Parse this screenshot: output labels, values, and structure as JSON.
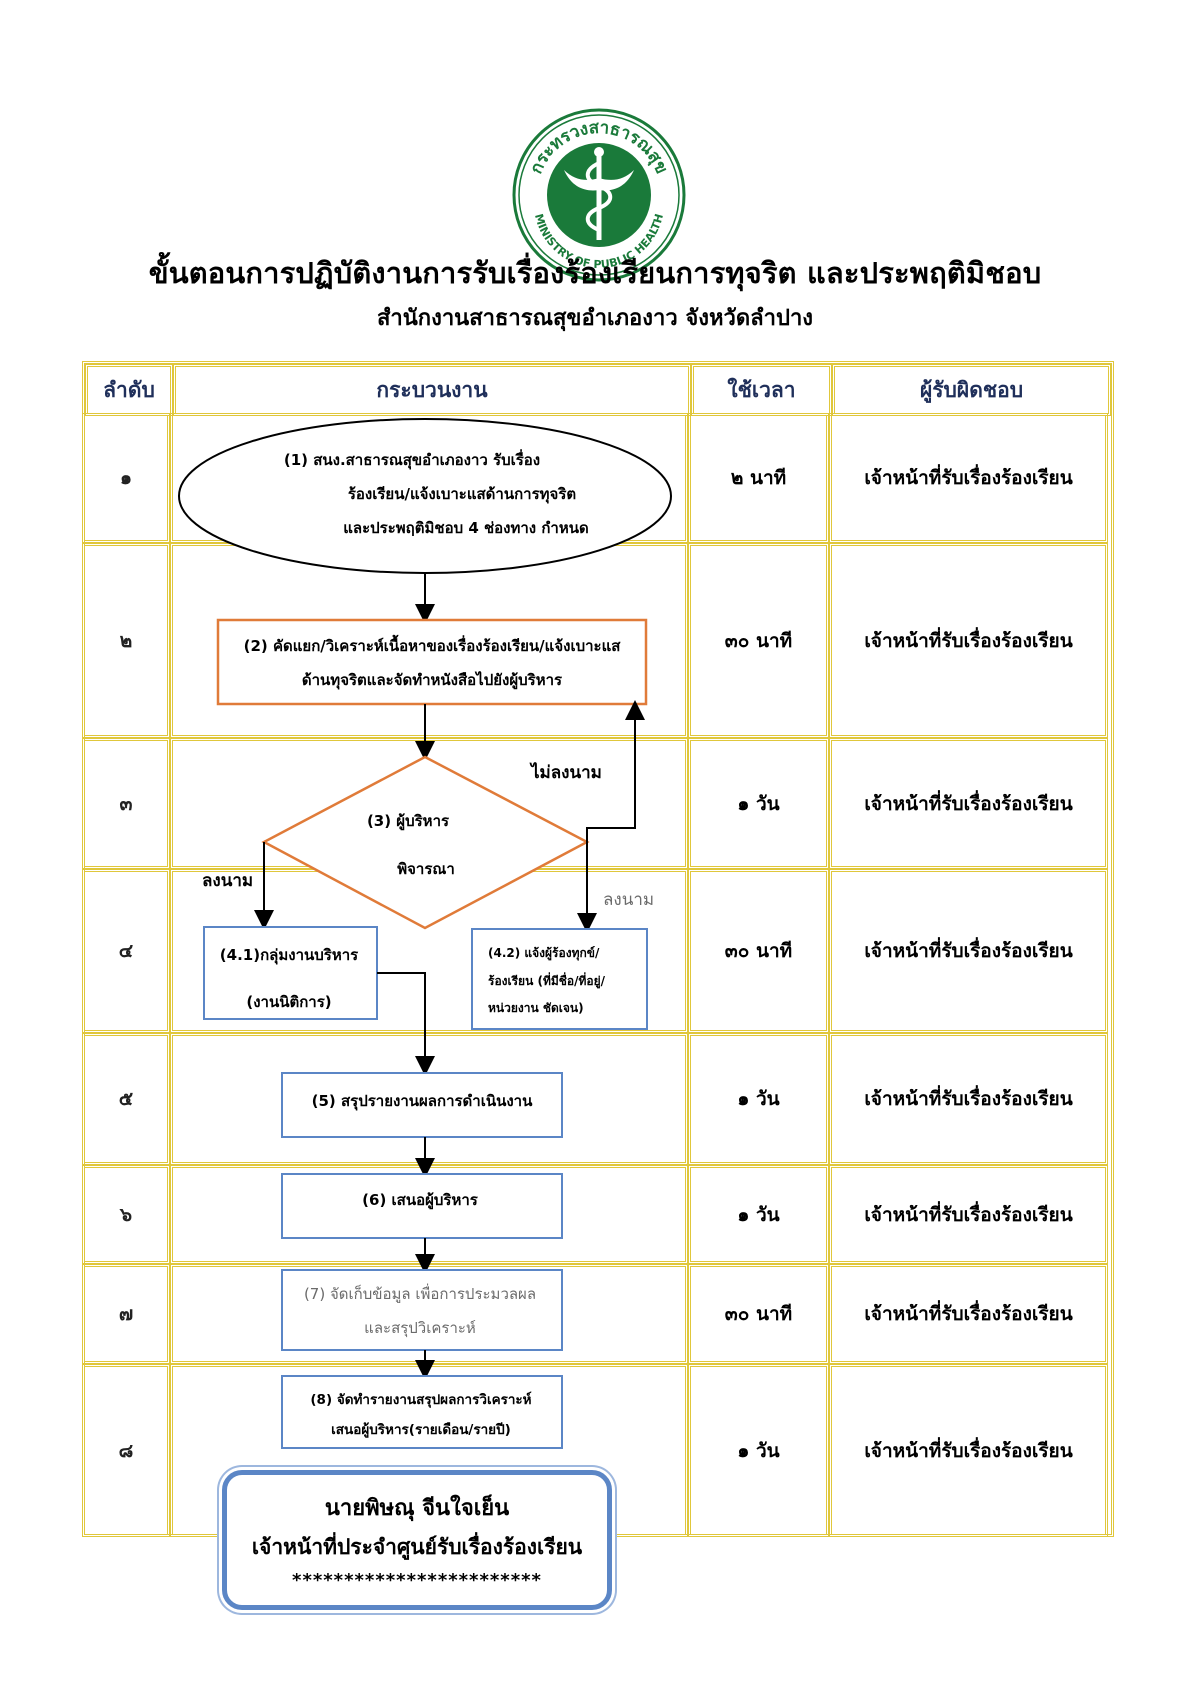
{
  "logo": {
    "top_text": "กระทรวงสาธารณสุข",
    "bottom_text": "MINISTRY OF PUBLIC HEALTH",
    "green": "#1a7a3a"
  },
  "header": {
    "title": "ขั้นตอนการปฏิบัติงานการรับเรื่องร้องเรียนการทุจริต และประพฤติมิชอบ",
    "subtitle": "สำนักงานสาธารณสุขอำเภองาว จังหวัดลำปาง"
  },
  "table": {
    "columns": [
      "ลำดับ",
      "กระบวนงาน",
      "ใช้เวลา",
      "ผู้รับผิดชอบ"
    ],
    "rows": [
      {
        "num": "๑",
        "time": "๒ นาที",
        "resp": "เจ้าหน้าที่รับเรื่องร้องเรียน"
      },
      {
        "num": "๒",
        "time": "๓๐ นาที",
        "resp": "เจ้าหน้าที่รับเรื่องร้องเรียน"
      },
      {
        "num": "๓",
        "time": "๑ วัน",
        "resp": "เจ้าหน้าที่รับเรื่องร้องเรียน"
      },
      {
        "num": "๔",
        "time": "๓๐ นาที",
        "resp": "เจ้าหน้าที่รับเรื่องร้องเรียน"
      },
      {
        "num": "๕",
        "time": "๑ วัน",
        "resp": "เจ้าหน้าที่รับเรื่องร้องเรียน"
      },
      {
        "num": "๖",
        "time": "๑ วัน",
        "resp": "เจ้าหน้าที่รับเรื่องร้องเรียน"
      },
      {
        "num": "๗",
        "time": "๓๐ นาที",
        "resp": "เจ้าหน้าที่รับเรื่องร้องเรียน"
      },
      {
        "num": "๘",
        "time": "๑ วัน",
        "resp": "เจ้าหน้าที่รับเรื่องร้องเรียน"
      }
    ]
  },
  "flow": {
    "step1": [
      "(1)   สนง.สาธารณสุขอำเภองาว รับเรื่อง",
      "ร้องเรียน/แจ้งเบาะแสด้านการทุจริต",
      "และประพฤติมิชอบ 4 ช่องทาง กำหนด"
    ],
    "step2": [
      "(2) คัดแยก/วิเคราะห์เนื้อหาของเรื่องร้องเรียน/แจ้งเบาะแส",
      "ด้านทุจริตและจัดทำหนังสือไปยังผู้บริหาร"
    ],
    "step3": [
      "(3) ผู้บริหาร",
      "พิจารณา"
    ],
    "label_not_signed": "ไม่ลงนาม",
    "label_signed_left": "ลงนาม",
    "label_signed_right": "ลงนาม",
    "step41": [
      "(4.1)กลุ่มงานบริหาร",
      "(งานนิติการ)"
    ],
    "step42": [
      "(4.2) แจ้งผู้ร้องทุกข์/",
      "ร้องเรียน (ที่มีชื่อ/ที่อยู่/",
      "หน่วยงาน ชัดเจน)"
    ],
    "step5": "(5) สรุปรายงานผลการดำเนินงาน",
    "step6": "(6) เสนอผู้บริหาร",
    "step7": [
      "(7) จัดเก็บข้อมูล เพื่อการประมวลผล",
      "และสรุปวิเคราะห์"
    ],
    "step8": [
      "(8) จัดทำรายงานสรุปผลการวิเคราะห์",
      "เสนอผู้บริหาร(รายเดือน/รายปี)"
    ],
    "colors": {
      "orange": "#e07b39",
      "blue": "#5b86c6",
      "gray_text": "#6b6b6b"
    }
  },
  "signature": {
    "name": "นายพิษณุ  จีนใจเย็น",
    "position": "เจ้าหน้าที่ประจำศูนย์รับเรื่องร้องเรียน",
    "stars": "************************"
  }
}
